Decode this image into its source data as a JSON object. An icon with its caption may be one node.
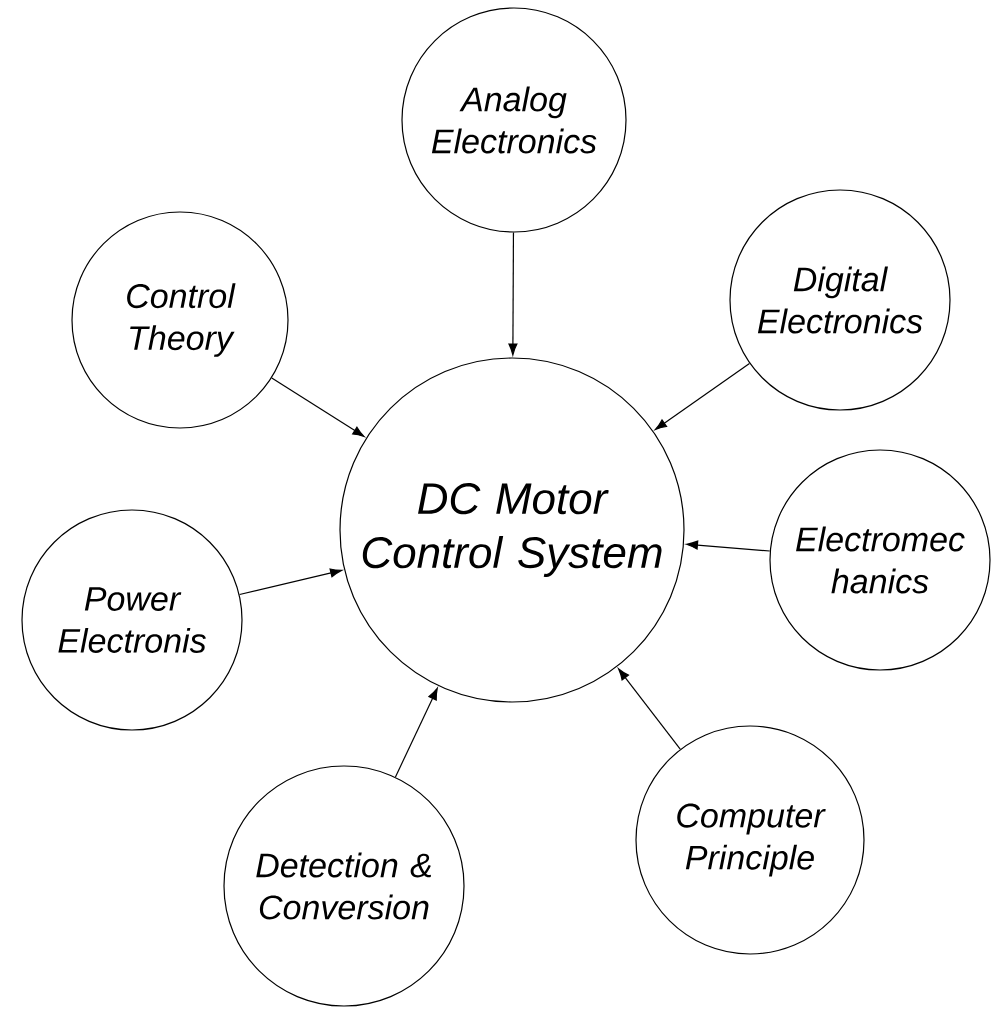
{
  "diagram": {
    "nodes": [
      {
        "text": [
          "Analog Electronics"
        ]
      },
      {
        "text": [
          "Control Theory"
        ]
      },
      {
        "text": [
          "Digital Electronics"
        ]
      },
      {
        "text": [
          "DC Motor Control System"
        ]
      },
      {
        "text": [
          "Electromec hanics"
        ]
      },
      {
        "text": [
          "Power Electronis"
        ]
      },
      {
        "text": [
          "Computer Principle"
        ]
      },
      {
        "text": [
          "Detection & Conversion"
        ]
      }
    ],
    "edges": [
      {
        "from": 0,
        "to": 3,
        "arrow": "to"
      },
      {
        "from": 1,
        "to": 3,
        "arrow": "to"
      },
      {
        "from": 2,
        "to": 3,
        "arrow": "to"
      },
      {
        "from": 4,
        "to": 3,
        "arrow": "to"
      },
      {
        "from": 5,
        "to": 3,
        "arrow": "to"
      },
      {
        "from": 6,
        "to": 3,
        "arrow": "to"
      },
      {
        "from": 7,
        "to": 3,
        "arrow": "to"
      }
    ]
  }
}
